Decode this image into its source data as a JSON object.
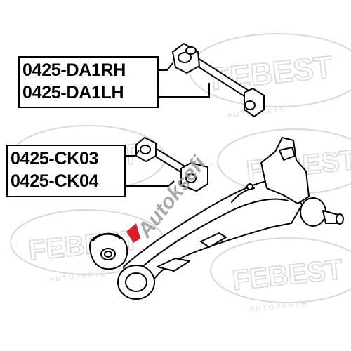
{
  "part_numbers": {
    "group_upper": [
      "0425-DA1RH",
      "0425-DA1LH"
    ],
    "group_lower": [
      "0425-CK03",
      "0425-CK04"
    ]
  },
  "watermarks": {
    "brand": "FEBEST",
    "subtitle": "A U T O   P A R T S",
    "overlay": "Autoksefi"
  },
  "colors": {
    "ink": "#000000",
    "watermark_gray": "#d9d9d9",
    "overlay_gray": "#9a9a9a",
    "accent_red": "#d81f26"
  }
}
